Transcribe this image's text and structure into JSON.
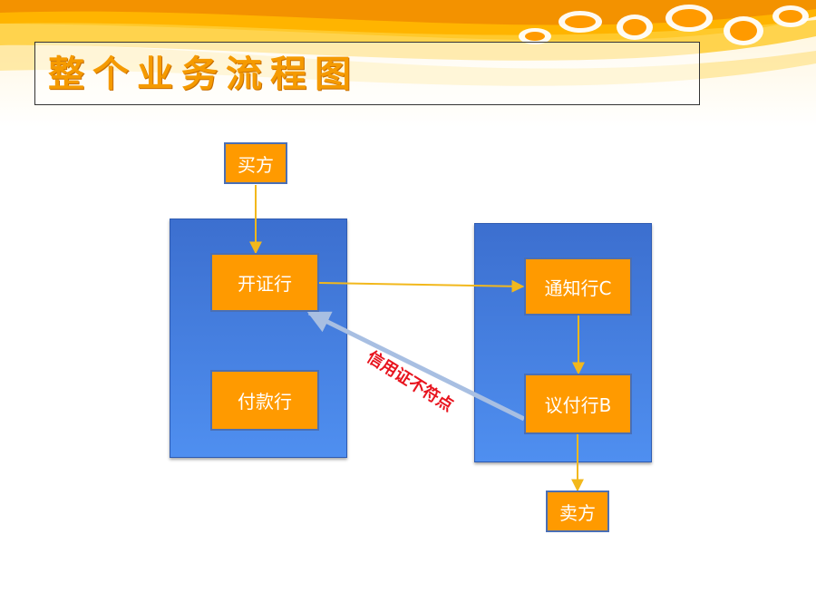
{
  "slide": {
    "title": "整个业务流程图",
    "colors": {
      "title": "#f59a00",
      "node_fill": "#ff9a00",
      "panel": "#4a84e6",
      "edge": "#f2b81c",
      "return_arrow": "#a8bfe2",
      "edge_label": "#e8141e"
    }
  },
  "diagram": {
    "nodes": {
      "buyer": "买方",
      "issuing_bank": "开证行",
      "paying_bank": "付款行",
      "advising_bank": "通知行C",
      "negotiating_bank": "议付行B",
      "seller": "卖方"
    },
    "edges": [
      {
        "from": "buyer",
        "to": "issuing_bank"
      },
      {
        "from": "issuing_bank",
        "to": "advising_bank"
      },
      {
        "from": "advising_bank",
        "to": "negotiating_bank"
      },
      {
        "from": "negotiating_bank",
        "to": "seller"
      },
      {
        "from": "negotiating_bank",
        "to": "issuing_bank",
        "label": "信用证不符点"
      }
    ],
    "edge_label": "信用证不符点"
  }
}
